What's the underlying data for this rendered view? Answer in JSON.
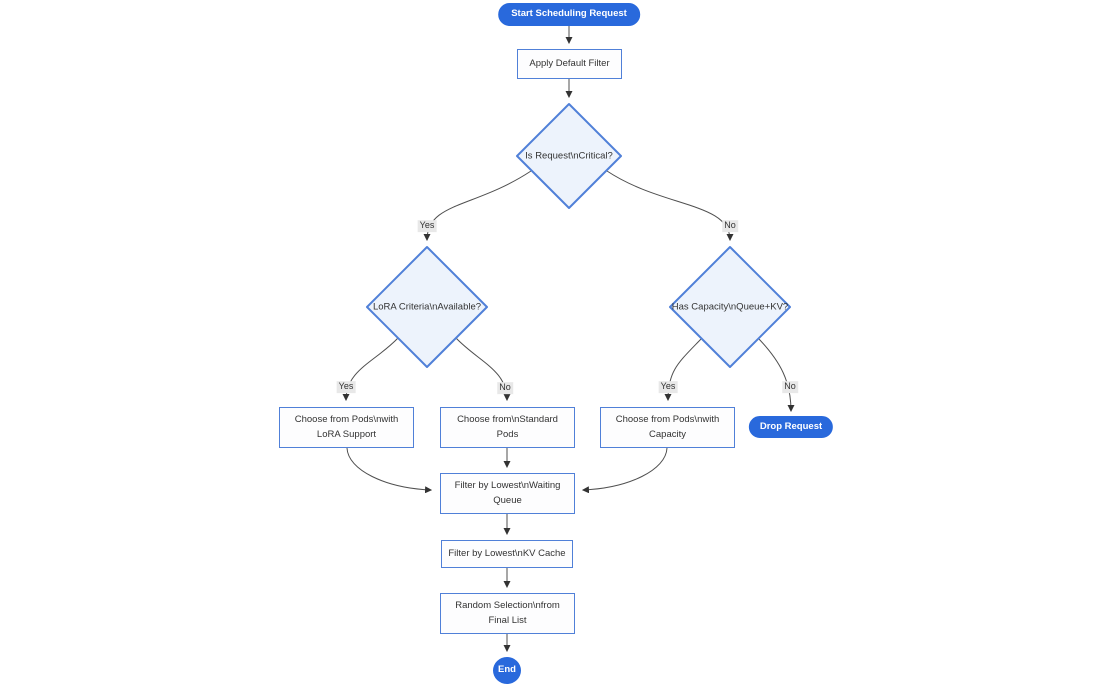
{
  "diagram": {
    "type": "flowchart",
    "direction": "top-down",
    "colors": {
      "accent_blue": "#2969dc",
      "node_border": "#5080d8",
      "decision_fill": "#edf3fc",
      "process_fill": "#fdfdfe",
      "edge_color": "#4f4f4f",
      "arrow_color": "#333333",
      "label_bg": "#e8e8e8",
      "text_color": "#333333"
    },
    "nodes": {
      "start": {
        "label": "Start Scheduling Request",
        "shape": "stadium"
      },
      "apply_filter": {
        "label": "Apply Default Filter",
        "shape": "process"
      },
      "is_critical": {
        "label": "Is Request\\nCritical?",
        "shape": "decision"
      },
      "lora_criteria": {
        "label": "LoRA Criteria\\nAvailable?",
        "shape": "decision"
      },
      "has_capacity": {
        "label": "Has Capacity\\nQueue+KV?",
        "shape": "decision"
      },
      "choose_lora": {
        "label": "Choose from Pods\\nwith\nLoRA Support",
        "shape": "process"
      },
      "choose_standard": {
        "label": "Choose from\\nStandard\nPods",
        "shape": "process"
      },
      "choose_capacity": {
        "label": "Choose from Pods\\nwith\nCapacity",
        "shape": "process"
      },
      "drop_request": {
        "label": "Drop Request",
        "shape": "stadium"
      },
      "filter_queue": {
        "label": "Filter by Lowest\\nWaiting\nQueue",
        "shape": "process"
      },
      "filter_kv": {
        "label": "Filter by Lowest\\nKV Cache",
        "shape": "process"
      },
      "random_selection": {
        "label": "Random Selection\\nfrom\nFinal List",
        "shape": "process"
      },
      "end": {
        "label": "End",
        "shape": "circle"
      }
    },
    "edges": [
      {
        "from": "start",
        "to": "apply_filter",
        "label": ""
      },
      {
        "from": "apply_filter",
        "to": "is_critical",
        "label": ""
      },
      {
        "from": "is_critical",
        "to": "lora_criteria",
        "label": "Yes"
      },
      {
        "from": "is_critical",
        "to": "has_capacity",
        "label": "No"
      },
      {
        "from": "lora_criteria",
        "to": "choose_lora",
        "label": "Yes"
      },
      {
        "from": "lora_criteria",
        "to": "choose_standard",
        "label": "No"
      },
      {
        "from": "has_capacity",
        "to": "choose_capacity",
        "label": "Yes"
      },
      {
        "from": "has_capacity",
        "to": "drop_request",
        "label": "No"
      },
      {
        "from": "choose_lora",
        "to": "filter_queue",
        "label": ""
      },
      {
        "from": "choose_standard",
        "to": "filter_queue",
        "label": ""
      },
      {
        "from": "choose_capacity",
        "to": "filter_queue",
        "label": ""
      },
      {
        "from": "filter_queue",
        "to": "filter_kv",
        "label": ""
      },
      {
        "from": "filter_kv",
        "to": "random_selection",
        "label": ""
      },
      {
        "from": "random_selection",
        "to": "end",
        "label": ""
      }
    ]
  }
}
